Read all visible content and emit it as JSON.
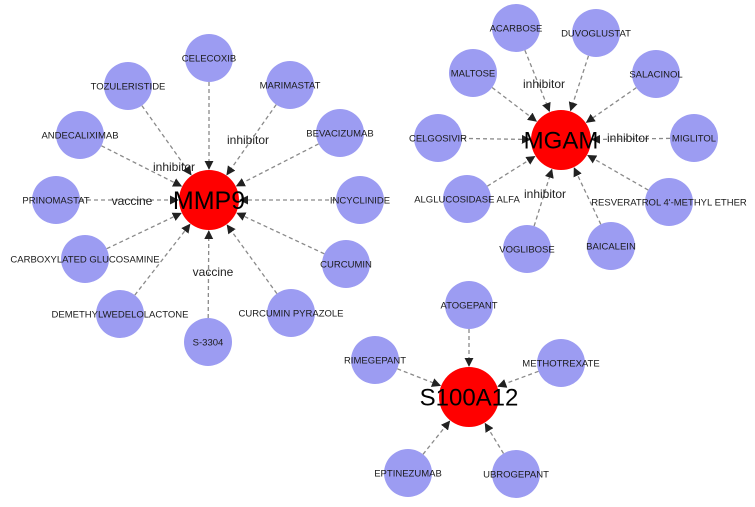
{
  "colors": {
    "drug_node": "#9c9cf2",
    "target_node": "#ff0000",
    "edge": "#8a8a8a"
  },
  "clusters": [
    {
      "target": "MMP9",
      "drugs": [
        "CELECOXIB",
        "MARIMASTAT",
        "BEVACIZUMAB",
        "INCYCLINIDE",
        "CURCUMIN",
        "CURCUMIN PYRAZOLE",
        "S-3304",
        "DEMETHYLWEDELOLACTONE",
        "CARBOXYLATED GLUCOSAMINE",
        "PRINOMASTAT",
        "ANDECALIXIMAB",
        "TOZULERISTIDE"
      ],
      "edge_labels": [
        {
          "drug": "MARIMASTAT",
          "label": "inhibitor"
        },
        {
          "drug": "ANDECALIXIMAB",
          "label": "inhibitor"
        },
        {
          "drug": "PRINOMASTAT",
          "label": "vaccine"
        },
        {
          "drug": "S-3304",
          "label": "vaccine"
        }
      ]
    },
    {
      "target": "MGAM",
      "drugs": [
        "ACARBOSE",
        "DUVOGLUSTAT",
        "SALACINOL",
        "MIGLITOL",
        "RESVERATROL 4'-METHYL ETHER",
        "BAICALEIN",
        "VOGLIBOSE",
        "ALGLUCOSIDASE ALFA",
        "CELGOSIVIR",
        "MALTOSE"
      ],
      "edge_labels": [
        {
          "drug": "ACARBOSE",
          "label": "inhibitor"
        },
        {
          "drug": "MIGLITOL",
          "label": "inhibitor"
        },
        {
          "drug": "VOGLIBOSE",
          "label": "inhibitor"
        }
      ]
    },
    {
      "target": "S100A12",
      "drugs": [
        "ATOGEPANT",
        "METHOTREXATE",
        "UBROGEPANT",
        "EPTINEZUMAB",
        "RIMEGEPANT"
      ],
      "edge_labels": []
    }
  ]
}
